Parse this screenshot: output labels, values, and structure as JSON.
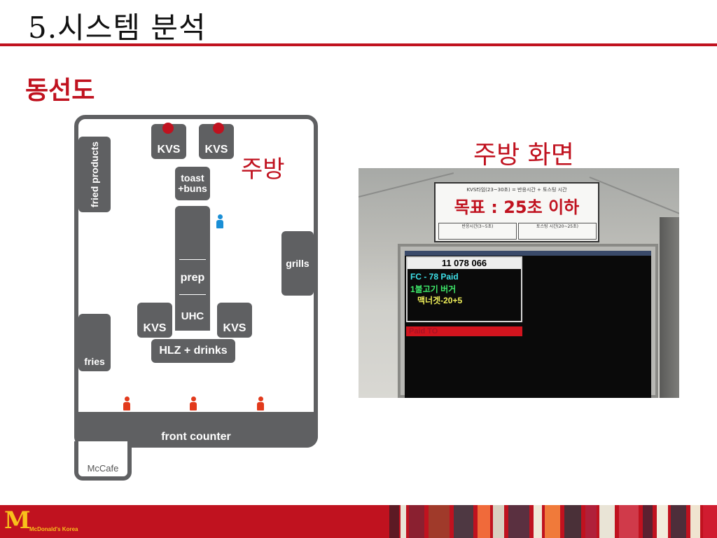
{
  "page": {
    "title": "5.시스템 분석",
    "subtitle": "동선도",
    "kitchen_label": "주방",
    "screen_title": "주방 화면"
  },
  "floorplan": {
    "kvs_top_left": "KVS",
    "kvs_top_right": "KVS",
    "toast_buns": "toast +buns",
    "fried_products": "fried products",
    "prep": "prep",
    "uhc": "UHC",
    "kvs_bottom_left": "KVS",
    "kvs_bottom_right": "KVS",
    "hlz_drinks": "HLZ + drinks",
    "grills": "grills",
    "fries": "fries",
    "front_counter": "front counter",
    "mccafe": "McCafe"
  },
  "photo": {
    "sign_top": "KVS타임(23~30초) = 반응시간 + 토스팅 시간",
    "sign_goal": "목표 : 25초 이하",
    "sign_left": "반응시간(3~5초)",
    "sign_right": "토스팅 시간(20~25초)",
    "order_number": "11 078 066",
    "order_line1": "FC - 78 Paid",
    "order_line2": "1불고기 버거",
    "order_line3": "맥너겟-20+5",
    "paid_status": "Paid TO"
  },
  "footer": {
    "logo": "M",
    "brand": "McDonald's Korea"
  },
  "colors": {
    "accent_red": "#c0121f",
    "plan_gray": "#5f6062",
    "logo_yellow": "#f8c01b",
    "worker_blue": "#1a8fd6",
    "worker_red": "#e23a1c"
  }
}
